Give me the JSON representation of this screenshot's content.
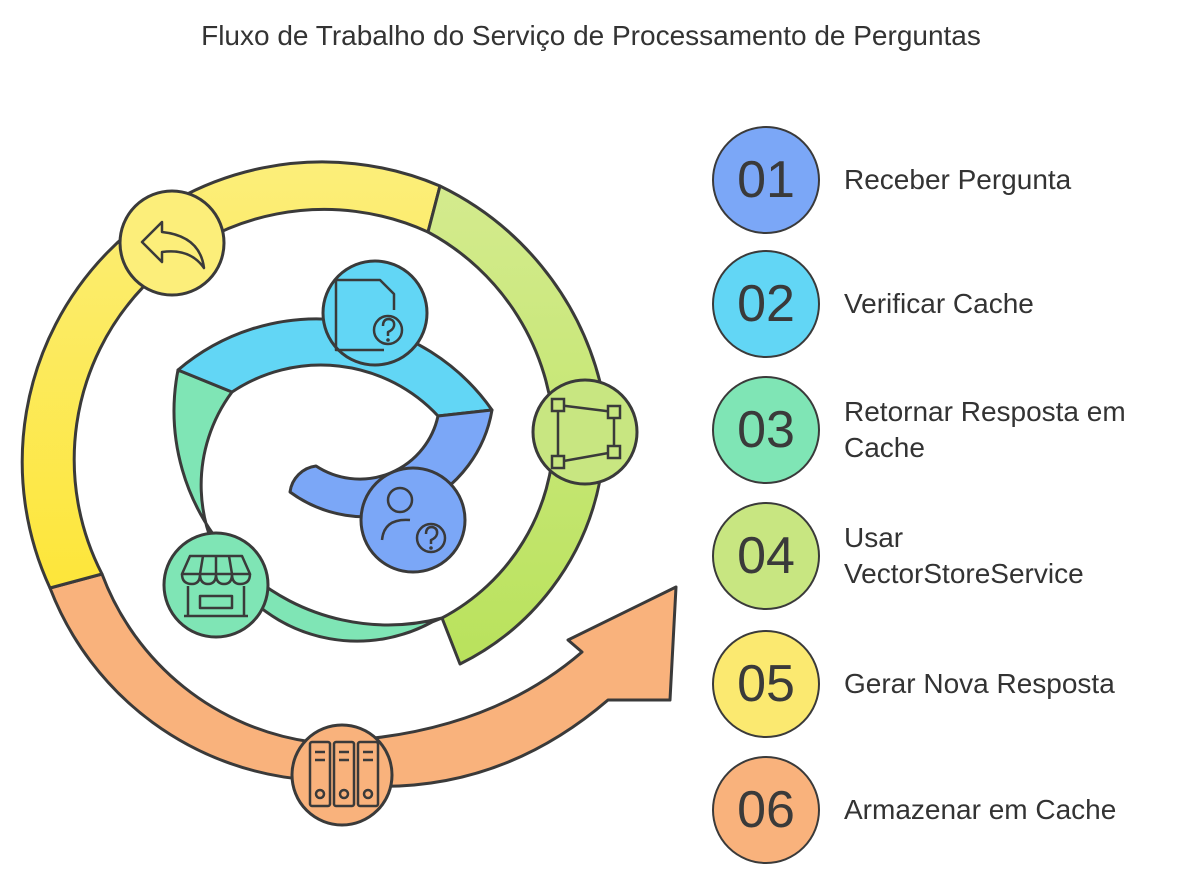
{
  "title": "Fluxo de Trabalho do Serviço de Processamento de Perguntas",
  "colors": {
    "step1": "#7ba7f7",
    "step2": "#62d6f5",
    "step3": "#7fe5b5",
    "step4": "#c8e681",
    "step5": "#fbe970",
    "step6": "#f9b27c",
    "outline": "#3a3a3a"
  },
  "steps": [
    {
      "number": "01",
      "label": "Receber Pergunta",
      "icon": "person-question-icon"
    },
    {
      "number": "02",
      "label": "Verificar Cache",
      "icon": "document-question-icon"
    },
    {
      "number": "03",
      "label": "Retornar Resposta em Cache",
      "icon": "storefront-icon"
    },
    {
      "number": "04",
      "label": "Usar VectorStoreService",
      "icon": "vector-shape-icon"
    },
    {
      "number": "05",
      "label": "Gerar Nova Resposta",
      "icon": "reply-arrow-icon"
    },
    {
      "number": "06",
      "label": "Armazenar em Cache",
      "icon": "binders-icon"
    }
  ]
}
